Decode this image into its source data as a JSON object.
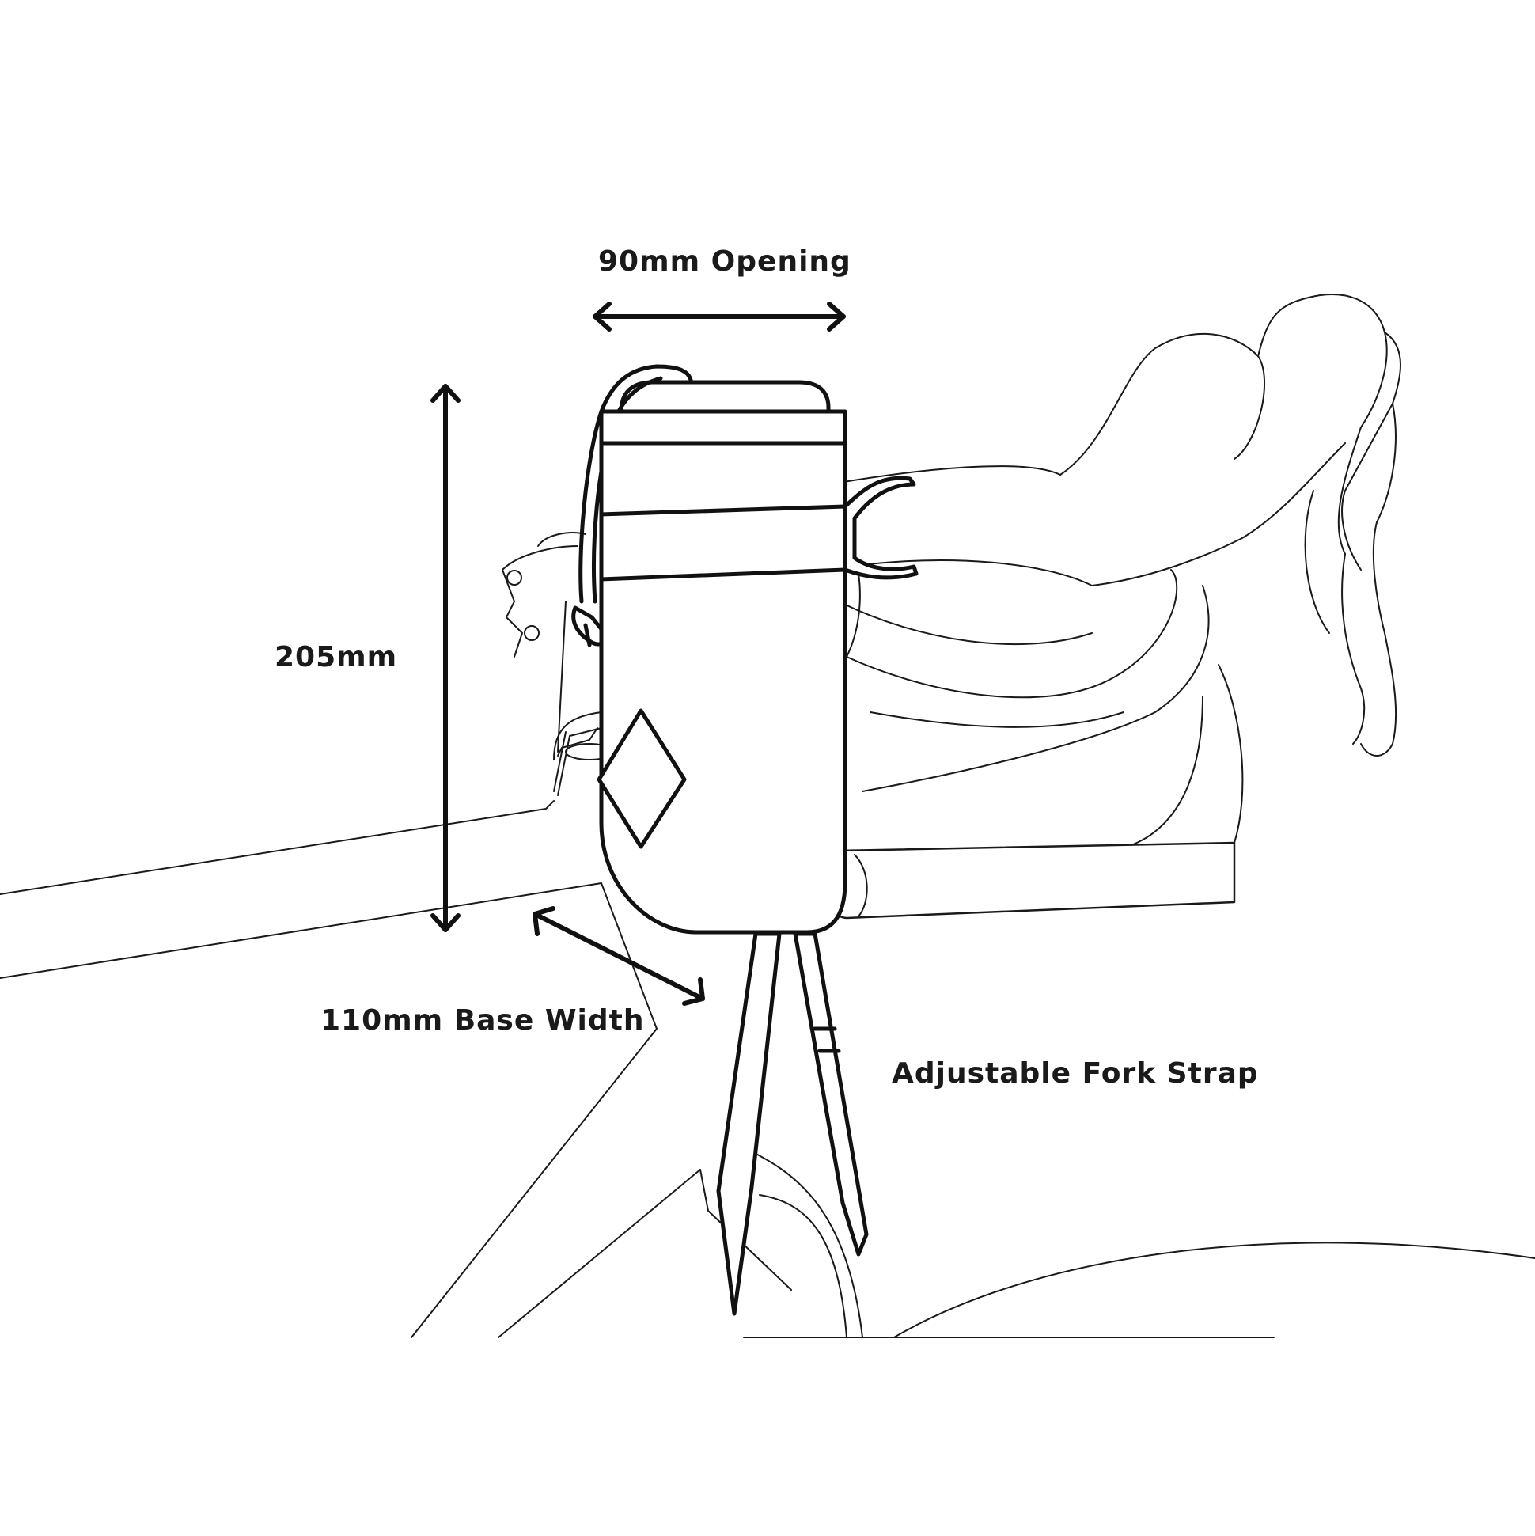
{
  "labels": {
    "opening": "90mm Opening",
    "height": "205mm",
    "base_width": "110mm Base Width",
    "fork_strap": "Adjustable Fork Strap"
  },
  "colors": {
    "line": "#1a1a1a",
    "background": "#ffffff"
  }
}
